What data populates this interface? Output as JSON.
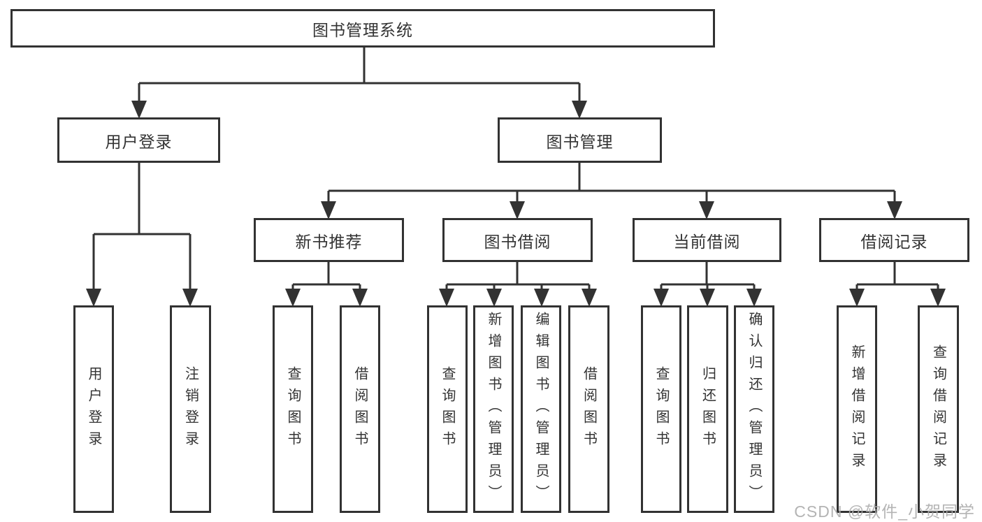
{
  "diagram": {
    "root": {
      "label": "图书管理系统"
    },
    "branches": [
      {
        "label": "用户登录",
        "children": [
          {
            "label": "用户登录"
          },
          {
            "label": "注销登录"
          }
        ]
      },
      {
        "label": "图书管理",
        "children": [
          {
            "label": "新书推荐",
            "children": [
              {
                "label": "查询图书"
              },
              {
                "label": "借阅图书"
              }
            ]
          },
          {
            "label": "图书借阅",
            "children": [
              {
                "label": "查询图书"
              },
              {
                "label": "新增图书（管理员）"
              },
              {
                "label": "编辑图书（管理员）"
              },
              {
                "label": "借阅图书"
              }
            ]
          },
          {
            "label": "当前借阅",
            "children": [
              {
                "label": "查询图书"
              },
              {
                "label": "归还图书"
              },
              {
                "label": "确认归还（管理员）"
              }
            ]
          },
          {
            "label": "借阅记录",
            "children": [
              {
                "label": "新增借阅记录"
              },
              {
                "label": "查询借阅记录"
              }
            ]
          }
        ]
      }
    ]
  },
  "watermark": "CSDN @软件_小贺同学",
  "colors": {
    "line": "#323232",
    "text": "#333333",
    "watermark": "#acacac",
    "background": "#ffffff"
  }
}
